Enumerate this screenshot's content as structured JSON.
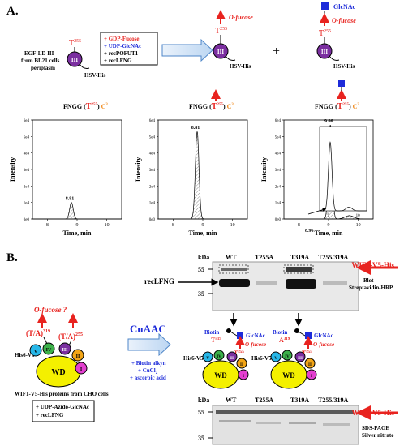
{
  "panelA": {
    "label": "A.",
    "egf": {
      "line1": "EGF-LD III",
      "line2": "from BL21 cells",
      "line3": "periplasm",
      "domain": "III",
      "site": "T",
      "site_num": "255",
      "tag": "HSV-His"
    },
    "reagents": [
      {
        "text": "+ GDP-Fucose",
        "color": "#e8231f"
      },
      {
        "text": "+ UDP-GlcNAc",
        "color": "#1d2bd9"
      },
      {
        "text": "+ recPOFUT1",
        "color": "#000000"
      },
      {
        "text": "+ recLFNG",
        "color": "#000000"
      }
    ],
    "ofucose": "O-fucose",
    "glcnac": "GlcNAc",
    "plus": "+",
    "chromatograms": [
      {
        "title_pre": "FNGG (",
        "title_t": "T",
        "title_num": "255",
        "title_post": ")",
        "title_c": "C",
        "title_c_num": "3",
        "ylabel": "Intensity",
        "xlabel": "Time, min",
        "yticks": [
          "6e4",
          "5e4",
          "4e4",
          "3e4",
          "2e4",
          "1e4",
          "0e0"
        ],
        "xticks": [
          "8",
          "9",
          "10"
        ],
        "peak_label": "8.81",
        "peak_time": 8.81,
        "peak_intensity": 10000,
        "glyco": "none"
      },
      {
        "title_pre": "FNGG (",
        "title_t": "T",
        "title_num": "255",
        "title_post": ")",
        "title_c": "C",
        "title_c_num": "3",
        "ylabel": "Intensity",
        "xlabel": "Time, min",
        "yticks": [
          "6e4",
          "5e4",
          "4e4",
          "3e4",
          "2e4",
          "1e4",
          "0e0"
        ],
        "xticks": [
          "8",
          "9",
          "10"
        ],
        "peak_label": "8.81",
        "peak_time": 8.81,
        "peak_intensity": 53000,
        "glyco": "fucose"
      },
      {
        "title_pre": "FNGG (",
        "title_t": "T",
        "title_num": "255",
        "title_post": ")",
        "title_c": "C",
        "title_c_num": "3",
        "ylabel": "Intensity",
        "xlabel": "Time, min",
        "yticks": [
          "6e4",
          "5e4",
          "4e4",
          "3e4",
          "2e4",
          "1e4",
          "0e0"
        ],
        "xticks": [
          "8",
          "9",
          "10"
        ],
        "peak_label": "9.06",
        "peak_time": 9.06,
        "peak_intensity": 57000,
        "minor_label": "8.96",
        "inset_ticks": [
          "9",
          "10"
        ],
        "glyco": "glcnac"
      }
    ]
  },
  "panelB": {
    "label": "B.",
    "ofucose_q": "O-fucose ?",
    "t319": "(T/A)",
    "t319_num": "319",
    "t255": "(T/A)",
    "t255_num": "255",
    "his_tag": "His6-V5",
    "wd": "WD",
    "domains": [
      "V",
      "IV",
      "III",
      "II",
      "I"
    ],
    "caption": "WIF1-V5-His proteins from CHO cells",
    "box_lines": [
      "+ UDP-Azido-GlcNAc",
      "+ recLFNG"
    ],
    "cuaac": "CuAAC",
    "cuaac_reagents": [
      "+ Biotin alkyn",
      "+ CuCl",
      "+ ascorbic acid"
    ],
    "cucl_sub": "2",
    "kda": "kDa",
    "lanes": [
      "WT",
      "T255A",
      "T319A",
      "T255/319A"
    ],
    "blot_markers": [
      "55",
      "35"
    ],
    "wif_label": "WIF1-V5-His",
    "blot_caption": [
      "Blot",
      "Streptavidin-HRP"
    ],
    "reclfng": "recLFNG",
    "biotin": "Biotin",
    "glcnac": "GlcNAc",
    "ofucose": "O-fucose",
    "wt_sites": {
      "a": "T",
      "a_num": "319",
      "b": "T",
      "b_num": "255"
    },
    "mut_sites": {
      "a": "A",
      "a_num": "319",
      "b": "T",
      "b_num": "255"
    },
    "gel_markers": [
      "55",
      "35"
    ],
    "gel_caption": [
      "SDS-PAGE",
      "Silver nitrate"
    ]
  }
}
